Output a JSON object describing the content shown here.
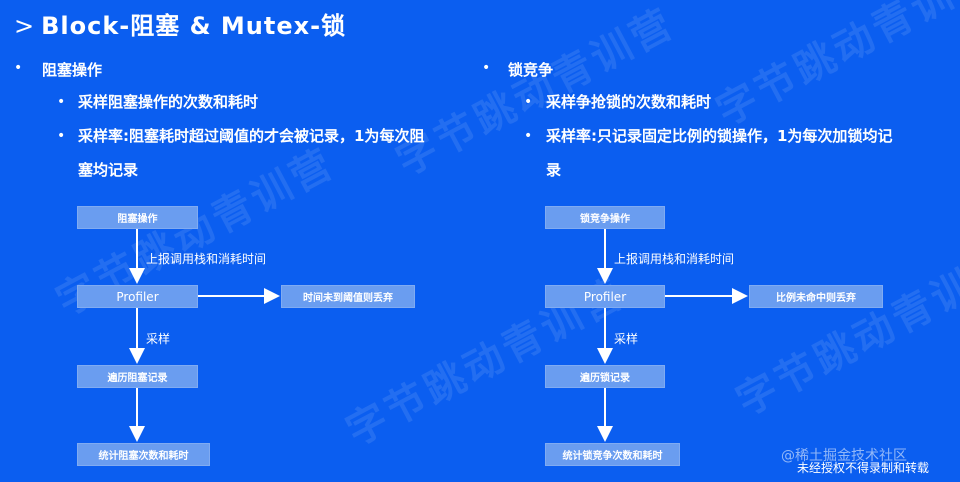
{
  "slide": {
    "title_prefix": ">",
    "title": "Block-阻塞 & Mutex-锁",
    "watermark": "字节跳动青训营"
  },
  "left": {
    "heading": "阻塞操作",
    "bullets": [
      "采样阻塞操作的次数和耗时",
      "采样率:阻塞耗时超过阈值的才会被记录，1为每次阻塞均记录"
    ],
    "diagram": {
      "node_start": "阻塞操作",
      "edge_report": "上报调用栈和消耗时间",
      "node_profiler": "Profiler",
      "node_discard": "时间未到阈值则丢弃",
      "edge_sample": "采样",
      "node_traverse": "遍历阻塞记录",
      "node_stats": "统计阻塞次数和耗时"
    }
  },
  "right": {
    "heading": "锁竞争",
    "bullets": [
      "采样争抢锁的次数和耗时",
      "采样率:只记录固定比例的锁操作，1为每次加锁均记录"
    ],
    "diagram": {
      "node_start": "锁竞争操作",
      "edge_report": "上报调用栈和消耗时间",
      "node_profiler": "Profiler",
      "node_discard": "比例未命中则丢弃",
      "edge_sample": "采样",
      "node_traverse": "遍历锁记录",
      "node_stats": "统计锁竞争次数和耗时"
    }
  },
  "footer": {
    "line1": "@稀土掘金技术社区",
    "line2": "未经授权不得录制和转载"
  },
  "bullet_glyph": "•",
  "colors": {
    "background": "#0b5ef0",
    "box": "#6a9df0",
    "text": "#ffffff"
  }
}
